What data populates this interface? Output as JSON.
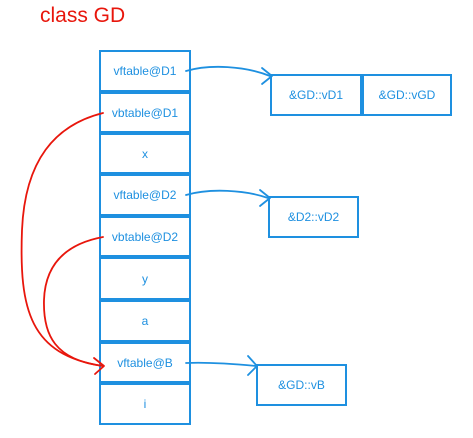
{
  "title": "class GD",
  "layout_cells": [
    "vftable@D1",
    "vbtable@D1",
    "x",
    "vftable@D2",
    "vbtable@D2",
    "y",
    "a",
    "vftable@B",
    "i"
  ],
  "vftables": {
    "d1": [
      "&GD::vD1",
      "&GD::vGD"
    ],
    "d2": [
      "&D2::vD2"
    ],
    "b": [
      "&GD::vB"
    ]
  },
  "colors": {
    "accent": "#1e90e0",
    "title": "#e8160c",
    "vbtable_arrow": "#e8160c",
    "vftable_arrow": "#1e90e0"
  }
}
